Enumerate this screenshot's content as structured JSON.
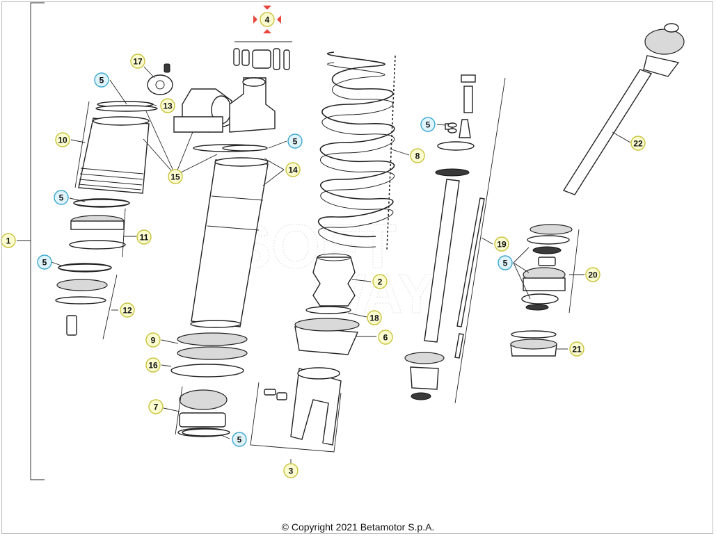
{
  "callouts": [
    {
      "id": "c1",
      "label": "1",
      "fill": "#fbfbd0",
      "ring": "#c9c23a"
    },
    {
      "id": "c2",
      "label": "2",
      "fill": "#fbfbd0",
      "ring": "#c9c23a"
    },
    {
      "id": "c3",
      "label": "3",
      "fill": "#fbfbd0",
      "ring": "#c9c23a"
    },
    {
      "id": "c4",
      "label": "4",
      "fill": "#fbfbd0",
      "ring": "#c9c23a"
    },
    {
      "id": "c5a",
      "label": "5",
      "fill": "#dff3fb",
      "ring": "#3aa7cf"
    },
    {
      "id": "c5b",
      "label": "5",
      "fill": "#dff3fb",
      "ring": "#3aa7cf"
    },
    {
      "id": "c5c",
      "label": "5",
      "fill": "#dff3fb",
      "ring": "#3aa7cf"
    },
    {
      "id": "c5d",
      "label": "5",
      "fill": "#dff3fb",
      "ring": "#3aa7cf"
    },
    {
      "id": "c5e",
      "label": "5",
      "fill": "#dff3fb",
      "ring": "#3aa7cf"
    },
    {
      "id": "c5f",
      "label": "5",
      "fill": "#dff3fb",
      "ring": "#3aa7cf"
    },
    {
      "id": "c5g",
      "label": "5",
      "fill": "#dff3fb",
      "ring": "#3aa7cf"
    },
    {
      "id": "c6",
      "label": "6",
      "fill": "#fbfbd0",
      "ring": "#c9c23a"
    },
    {
      "id": "c7",
      "label": "7",
      "fill": "#fbfbd0",
      "ring": "#c9c23a"
    },
    {
      "id": "c8",
      "label": "8",
      "fill": "#fbfbd0",
      "ring": "#c9c23a"
    },
    {
      "id": "c9",
      "label": "9",
      "fill": "#fbfbd0",
      "ring": "#c9c23a"
    },
    {
      "id": "c10",
      "label": "10",
      "fill": "#fbfbd0",
      "ring": "#c9c23a"
    },
    {
      "id": "c11",
      "label": "11",
      "fill": "#fbfbd0",
      "ring": "#c9c23a"
    },
    {
      "id": "c12",
      "label": "12",
      "fill": "#fbfbd0",
      "ring": "#c9c23a"
    },
    {
      "id": "c13",
      "label": "13",
      "fill": "#fbfbd0",
      "ring": "#c9c23a"
    },
    {
      "id": "c14",
      "label": "14",
      "fill": "#fbfbd0",
      "ring": "#c9c23a"
    },
    {
      "id": "c15",
      "label": "15",
      "fill": "#fbfbd0",
      "ring": "#c9c23a"
    },
    {
      "id": "c16",
      "label": "16",
      "fill": "#fbfbd0",
      "ring": "#c9c23a"
    },
    {
      "id": "c17",
      "label": "17",
      "fill": "#fbfbd0",
      "ring": "#c9c23a"
    },
    {
      "id": "c18",
      "label": "18",
      "fill": "#fbfbd0",
      "ring": "#c9c23a"
    },
    {
      "id": "c19",
      "label": "19",
      "fill": "#fbfbd0",
      "ring": "#c9c23a"
    },
    {
      "id": "c20",
      "label": "20",
      "fill": "#fbfbd0",
      "ring": "#c9c23a"
    },
    {
      "id": "c21",
      "label": "21",
      "fill": "#fbfbd0",
      "ring": "#c9c23a"
    },
    {
      "id": "c22",
      "label": "22",
      "fill": "#fbfbd0",
      "ring": "#c9c23a"
    }
  ],
  "selected_marker_color": "#e8453c",
  "copyright": "© Copyright 2021 Betamotor S.p.A."
}
